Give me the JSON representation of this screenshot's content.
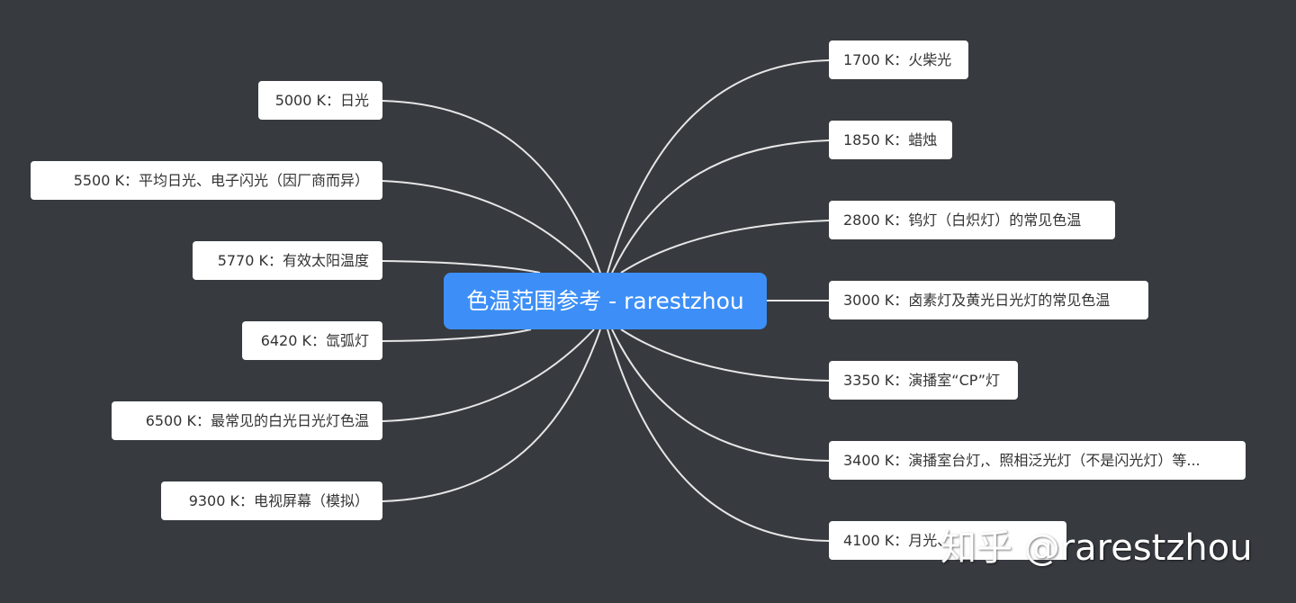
{
  "mindmap": {
    "root": "色温范围参考 - rarestzhou",
    "left_nodes": [
      "5000 K：日光",
      "5500 K：平均日光、电子闪光（因厂商而异）",
      "5770 K：有效太阳温度",
      "6420 K：氙弧灯",
      "6500 K：最常见的白光日光灯色温",
      "9300 K：电视屏幕（模拟）"
    ],
    "right_nodes": [
      "1700 K：火柴光",
      "1850 K：蜡烛",
      "2800 K：钨灯（白炽灯）的常见色温",
      "3000 K：卤素灯及黄光日光灯的常见色温",
      "3350 K：演播室“CP”灯",
      "3400 K：演播室台灯,、照相泛光灯（不是闪光灯）等...",
      "4100 K：月光、"
    ]
  },
  "watermark": "知乎 @rarestzhou",
  "colors": {
    "background": "#373a3f",
    "root_fill": "#3d8ff7",
    "node_fill": "#ffffff",
    "connector": "#e6e6e6"
  }
}
